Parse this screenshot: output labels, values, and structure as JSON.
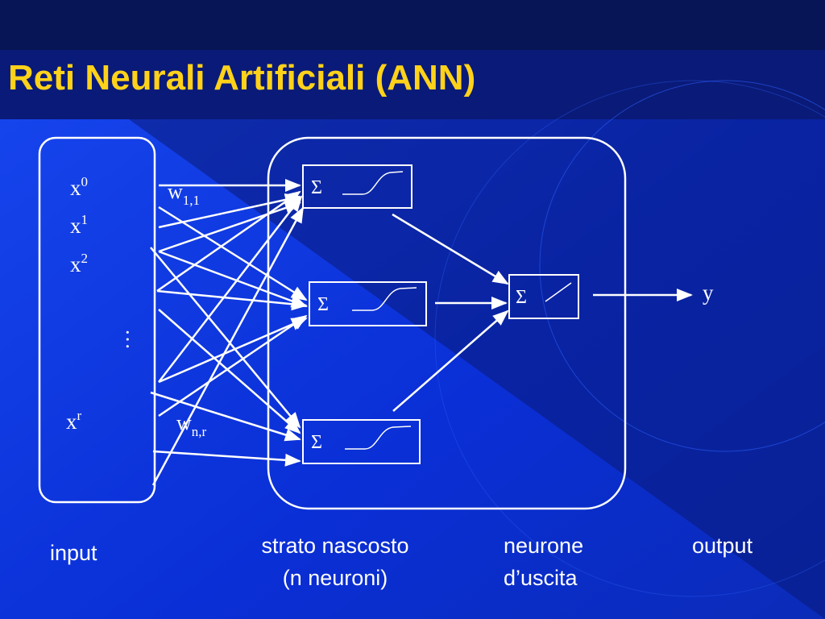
{
  "slide": {
    "title": "Reti Neurali Artificiali (ANN)",
    "colors": {
      "background": "#0a2fd6",
      "title": "#ffd21a",
      "lines": "#ffffff"
    }
  },
  "diagram": {
    "inputs": [
      {
        "base": "x",
        "sup": "0"
      },
      {
        "base": "x",
        "sup": "1"
      },
      {
        "base": "x",
        "sup": "2"
      },
      {
        "base": "x",
        "sup": "r"
      }
    ],
    "input_ellipsis": "…",
    "weights": [
      {
        "base": "w",
        "sub": "1,1"
      },
      {
        "base": "w",
        "sub": "n,r"
      }
    ],
    "hidden_neuron_symbol": "Σ",
    "output_neuron_symbol": "Σ",
    "output_symbol": "y"
  },
  "labels": {
    "input": "input",
    "hidden_line1": "strato nascosto",
    "hidden_line2": "(n neuroni)",
    "neuron_line1": "neurone",
    "neuron_line2": "d’uscita",
    "output": "output"
  }
}
